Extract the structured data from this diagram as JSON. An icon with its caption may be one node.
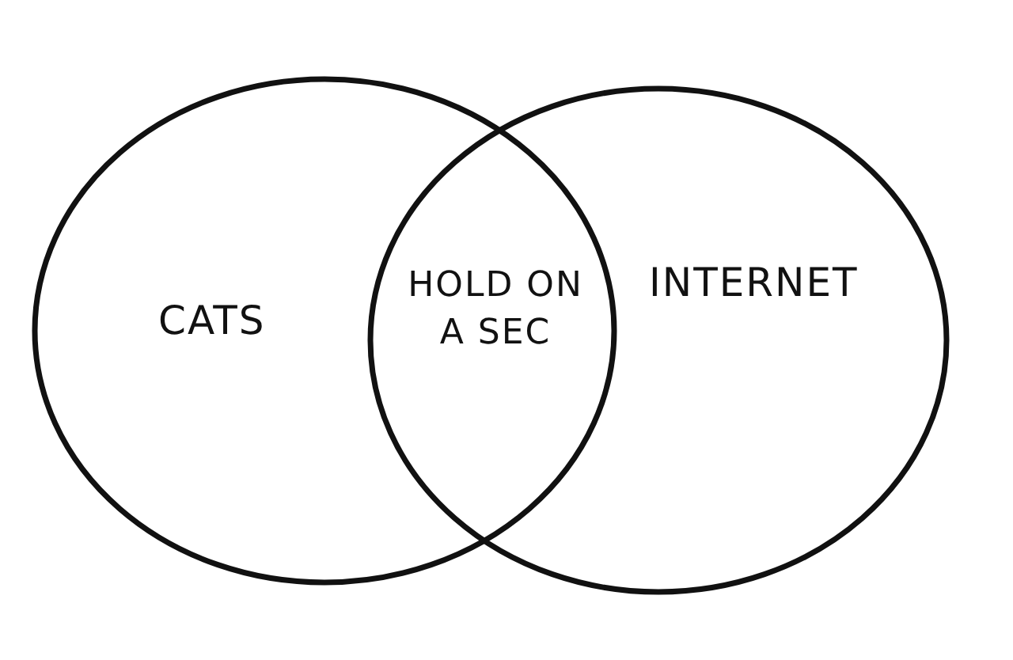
{
  "diagram": {
    "nodes": [
      {
        "text": [
          "CATS"
        ]
      },
      {
        "text": [
          "INTERNET"
        ]
      }
    ],
    "edges": [],
    "labels": [
      "HOLD ON A SEC"
    ]
  }
}
